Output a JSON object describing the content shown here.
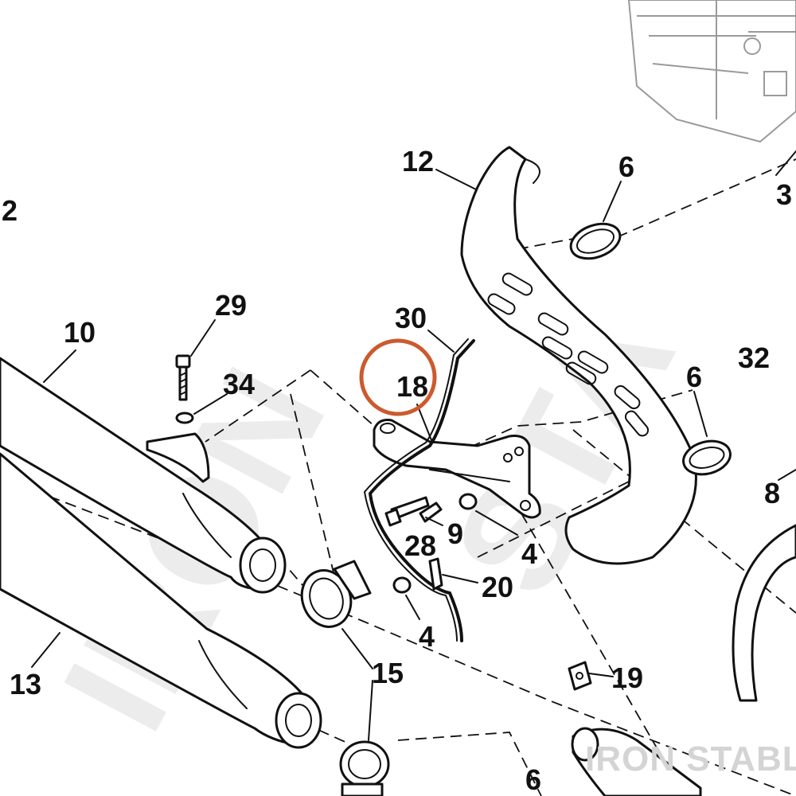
{
  "watermark": {
    "left": "IRON",
    "right": "STA"
  },
  "brand": "IRON STABLE",
  "callouts": [
    {
      "id": "lbl-2",
      "text": "2"
    },
    {
      "id": "lbl-3",
      "text": "3"
    },
    {
      "id": "lbl-4a",
      "text": "4"
    },
    {
      "id": "lbl-4b",
      "text": "4"
    },
    {
      "id": "lbl-6a",
      "text": "6"
    },
    {
      "id": "lbl-6b",
      "text": "6"
    },
    {
      "id": "lbl-6c",
      "text": "6"
    },
    {
      "id": "lbl-8",
      "text": "8"
    },
    {
      "id": "lbl-9",
      "text": "9"
    },
    {
      "id": "lbl-10",
      "text": "10"
    },
    {
      "id": "lbl-12",
      "text": "12"
    },
    {
      "id": "lbl-13",
      "text": "13"
    },
    {
      "id": "lbl-15",
      "text": "15"
    },
    {
      "id": "lbl-18",
      "text": "18"
    },
    {
      "id": "lbl-19",
      "text": "19"
    },
    {
      "id": "lbl-20",
      "text": "20"
    },
    {
      "id": "lbl-28",
      "text": "28"
    },
    {
      "id": "lbl-29",
      "text": "29"
    },
    {
      "id": "lbl-30",
      "text": "30"
    },
    {
      "id": "lbl-32",
      "text": "32"
    },
    {
      "id": "lbl-34",
      "text": "34"
    }
  ],
  "highlight": {
    "target": "18",
    "color": "#cc5a2e"
  }
}
